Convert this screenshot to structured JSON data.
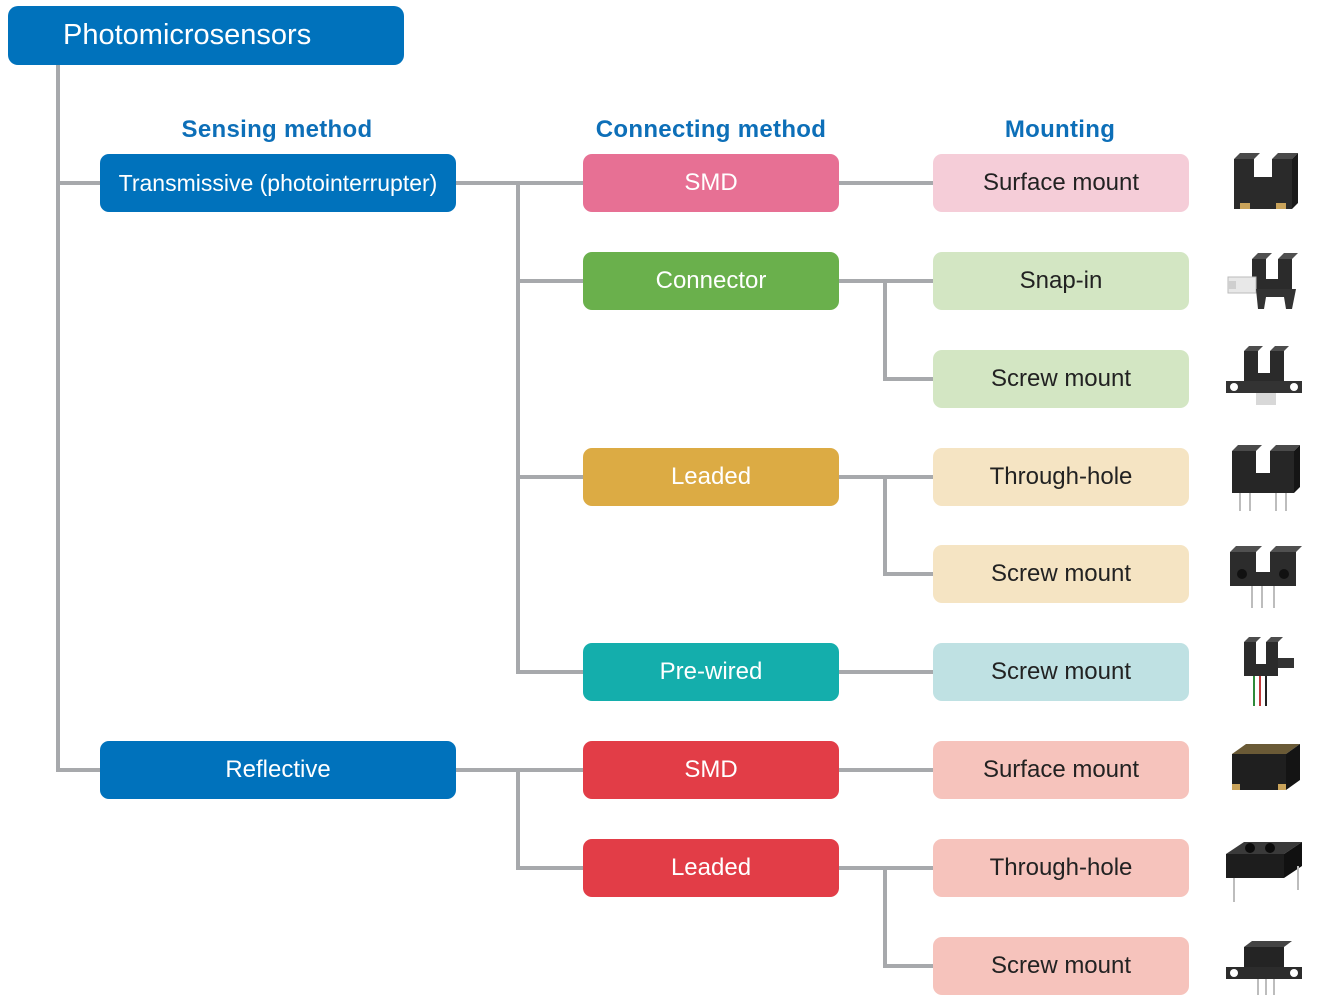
{
  "root": {
    "label": "Photomicrosensors"
  },
  "headings": {
    "sensing": "Sensing method",
    "connecting": "Connecting method",
    "mounting": "Mounting"
  },
  "sensing": {
    "transmissive": "Transmissive (photointerrupter)",
    "reflective": "Reflective"
  },
  "connecting": [
    {
      "label": "SMD",
      "color": "#e77094"
    },
    {
      "label": "Connector",
      "color": "#6ab04c"
    },
    {
      "label": "Leaded",
      "color": "#dcab44"
    },
    {
      "label": "Pre-wired",
      "color": "#14aeac"
    },
    {
      "label": "SMD",
      "color": "#e23d47"
    },
    {
      "label": "Leaded",
      "color": "#e23d47"
    }
  ],
  "mounting": [
    {
      "label": "Surface mount",
      "color": "#f5cdd8"
    },
    {
      "label": "Snap-in",
      "color": "#d3e6c3"
    },
    {
      "label": "Screw mount",
      "color": "#d3e6c3"
    },
    {
      "label": "Through-hole",
      "color": "#f5e4c3"
    },
    {
      "label": "Screw mount",
      "color": "#f5e4c3"
    },
    {
      "label": "Screw mount",
      "color": "#bfe1e3"
    },
    {
      "label": "Surface mount",
      "color": "#f6c3bc"
    },
    {
      "label": "Through-hole",
      "color": "#f6c3bc"
    },
    {
      "label": "Screw mount",
      "color": "#f6c3bc"
    }
  ],
  "colors": {
    "primary": "#0072bc",
    "heading": "#0d6fb8",
    "connector_line": "#a7a9ac"
  }
}
